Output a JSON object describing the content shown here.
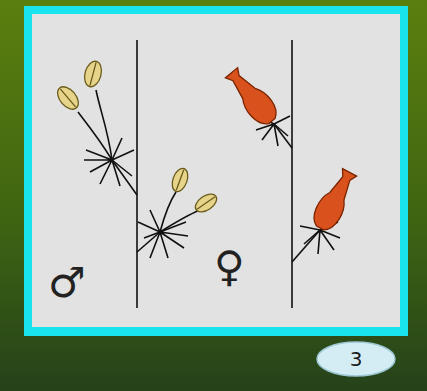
{
  "diagram": {
    "nodes": [
      {
        "text": [
          "3"
        ]
      }
    ],
    "labels": [
      "♂",
      "♀"
    ]
  }
}
